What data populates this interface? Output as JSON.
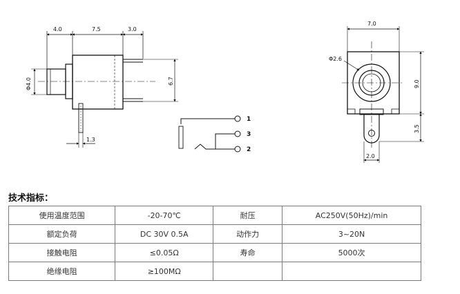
{
  "drawing": {
    "side_view": {
      "dim_top_left": "4.0",
      "dim_top_mid": "7.5",
      "dim_top_right": "3.0",
      "dim_left_diameter": "Φ4.0",
      "dim_right_height": "6.7",
      "dim_bottom_pin": "1.3"
    },
    "schematic": {
      "pin1": "1",
      "pin3": "3",
      "pin2": "2"
    },
    "front_view": {
      "dim_width": "7.0",
      "dim_hole_diameter": "Φ2.6",
      "dim_height": "9.0",
      "dim_tab_height": "3.5",
      "dim_tab_width": "2.0"
    }
  },
  "specs": {
    "heading": "技术指标：",
    "rows": [
      [
        "使用温度范围",
        "-20-70℃",
        "耐压",
        "AC250V(50Hz)/min"
      ],
      [
        "额定负荷",
        "DC 30V 0.5A",
        "动作力",
        "3~20N"
      ],
      [
        "接触电阻",
        "≤0.05Ω",
        "寿命",
        "5000次"
      ],
      [
        "绝缘电阻",
        "≥100MΩ",
        "",
        ""
      ]
    ]
  }
}
